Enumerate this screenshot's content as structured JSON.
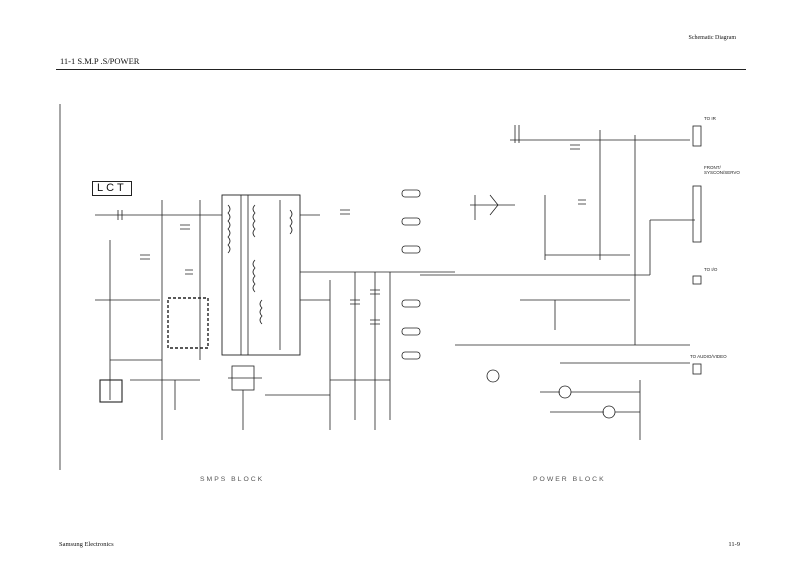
{
  "header": {
    "right_text": "Schematic Diagram",
    "section_title": "11-1   S.M.P .S/POWER"
  },
  "diagram": {
    "lct_label": "LCT",
    "block_left": "SMPS BLOCK",
    "block_right": "POWER BLOCK",
    "connector_labels": {
      "to_ir": "TO IR",
      "front": "FRONT/ SYSCON/SERVO",
      "to_io": "TO I/O",
      "to_audio_video": "TO AUDIO/VIDEO"
    }
  },
  "footer": {
    "left_text": "Samsung Electronics",
    "right_text": "11-9"
  }
}
